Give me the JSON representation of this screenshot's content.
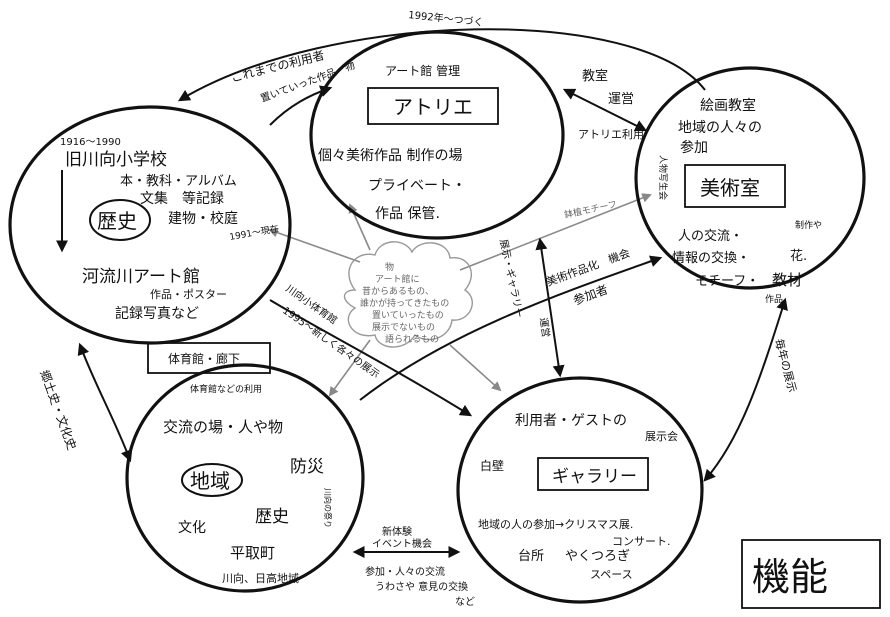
{
  "title": "機能",
  "nodes": {
    "history": {
      "years": "1916～1990",
      "school": "旧川向小学校",
      "items1": "本・教科・アルバム",
      "items2": "文集　等記録",
      "items3": "建物・校庭",
      "label": "歴史",
      "year2": "1991～現在",
      "museum": "河流川アート館",
      "museum_items": "作品・ポスター",
      "records": "記録写真など"
    },
    "atelier": {
      "header": "アート館 管理",
      "label": "アトリエ",
      "line1": "個々美術作品 制作の場",
      "line2": "プライベート・",
      "line3": "作品 保管."
    },
    "artroom": {
      "line1": "絵画教室",
      "line2": "地域の人々の",
      "line3": "参加",
      "label": "美術室",
      "side": "人物写生会",
      "line4": "人の交流・",
      "line4b": "制作や",
      "line5": "情報の交換・",
      "line5b": "花.",
      "line6": "モチーフ・",
      "line6b": "教材",
      "line7": "作品"
    },
    "region": {
      "header": "体育館などの利用",
      "line1": "交流の場・人や物",
      "label": "地域",
      "side1": "防災",
      "side2": "川向の祭り",
      "line2": "文化",
      "line3": "歴史",
      "line4": "平取町",
      "line5": "川向、日高地域"
    },
    "gallery": {
      "header1": "利用者・ゲストの",
      "header2": "展示会",
      "side": "白壁",
      "label": "ギャラリー",
      "line1": "地域の人の参加→クリスマス展.",
      "line2": "コンサート.",
      "line3": "台所",
      "line4": "やくつろぎ",
      "line5": "スペース"
    }
  },
  "hall_box": "体育館・廊下",
  "arrow_labels": {
    "top": "1992年～つづく",
    "used": "これまでの利用者",
    "left_works": "置いていった作品・物",
    "classroom": "教室",
    "operation": "運営",
    "atelier_use": "アトリエ利用",
    "motif": "鉢植モチーフ",
    "exhibit_manage": "展示・ギャラリー",
    "art_reflect": "美術作品化　機会",
    "participants": "参加者",
    "operation2": "運営",
    "hall_use": "川向小体育館",
    "new_rooms": "1995～新しく各々の展示",
    "local_history": "郷土史・文化史",
    "yearly": "毎年の展示",
    "new_exp": "新体験",
    "event": "イベント機会",
    "bottom1": "参加・人々の交流",
    "bottom2": "うわさや 意見の交換",
    "bottom3": "など"
  },
  "cloud": {
    "line1": "物",
    "line2": "アート館に",
    "line3": "昔からあるもの、",
    "line4": "誰かが持ってきたもの",
    "line5": "置いていったもの",
    "line6": "展示でないもの",
    "line7": "語られるもの"
  }
}
